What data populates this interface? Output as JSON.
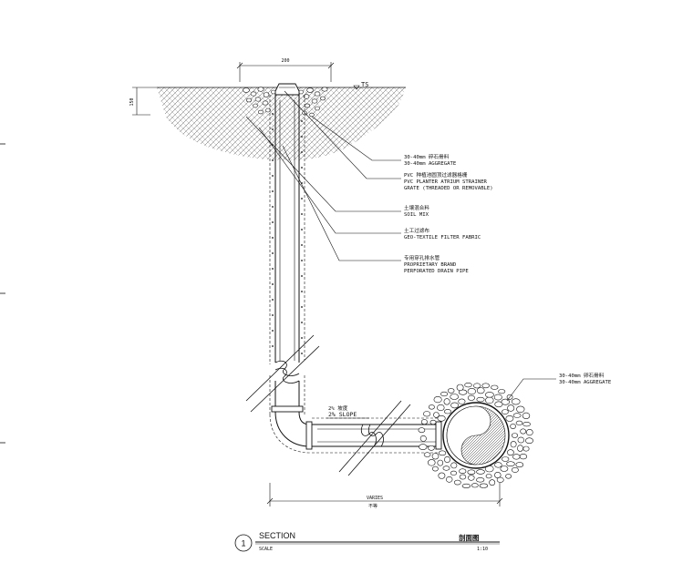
{
  "dimensions": {
    "top_width": "200",
    "depth": "150",
    "ground_mark": "TS",
    "varies_label": "VARIES",
    "varies_label_cn": "不等"
  },
  "slope": {
    "label_cn": "2%  坡度",
    "label": "2% SLOPE"
  },
  "callouts": [
    {
      "line1": "30-40mm 碎石骨料",
      "line2": "30-40mm AGGREGATE"
    },
    {
      "line1": "PVC 种植池圆顶过滤器格栅",
      "line2": "PVC PLANTER ATRIUM STRAINER",
      "line3": "GRATE (THREADED OR REMOVABLE)"
    },
    {
      "line1": "土壤混合料",
      "line2": "SOIL MIX"
    },
    {
      "line1": "土工过滤布",
      "line2": "GEO-TEXTILE FILTER FABRIC"
    },
    {
      "line1": "专用穿孔排水管",
      "line2": "PROPRIETARY BRAND",
      "line3": "PERFORATED DRAIN PIPE"
    },
    {
      "line1": "30-40mm 卵石骨料",
      "line2": "30-40mm AGGREGATE"
    }
  ],
  "title_block": {
    "number": "1",
    "title": "SECTION",
    "title_cn": "剖面图",
    "scale_label": "SCALE",
    "scale_value": "1:10"
  },
  "colors": {
    "line": "#111111",
    "hatch": "#555555"
  }
}
